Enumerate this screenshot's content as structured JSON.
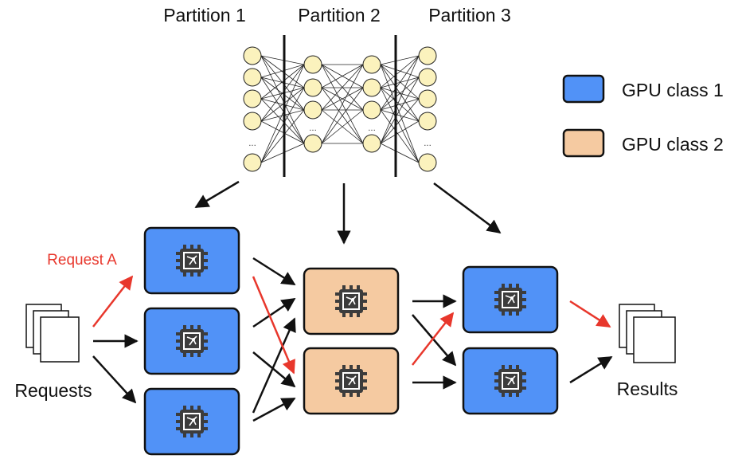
{
  "partitions": [
    {
      "label": "Partition 1"
    },
    {
      "label": "Partition 2"
    },
    {
      "label": "Partition 3"
    }
  ],
  "legend": [
    {
      "label": "GPU class 1",
      "color": "#5192f7"
    },
    {
      "label": "GPU class 2",
      "color": "#f5caa1"
    }
  ],
  "labels": {
    "requests": "Requests",
    "results": "Results",
    "request_a": "Request A"
  },
  "network": {
    "neuron_fill": "#fbf2bd",
    "layer_sizes": [
      5,
      4,
      4,
      5
    ],
    "ellipsis": "..."
  },
  "gpu_columns": [
    {
      "stage": "Partition 1",
      "gpu_class": "GPU class 1",
      "count": 3
    },
    {
      "stage": "Partition 2",
      "gpu_class": "GPU class 2",
      "count": 2
    },
    {
      "stage": "Partition 3",
      "gpu_class": "GPU class 1",
      "count": 2
    }
  ],
  "colors": {
    "red_arrow": "#e8372c",
    "black_arrow": "#111111",
    "chip": "#3c3c3c"
  }
}
